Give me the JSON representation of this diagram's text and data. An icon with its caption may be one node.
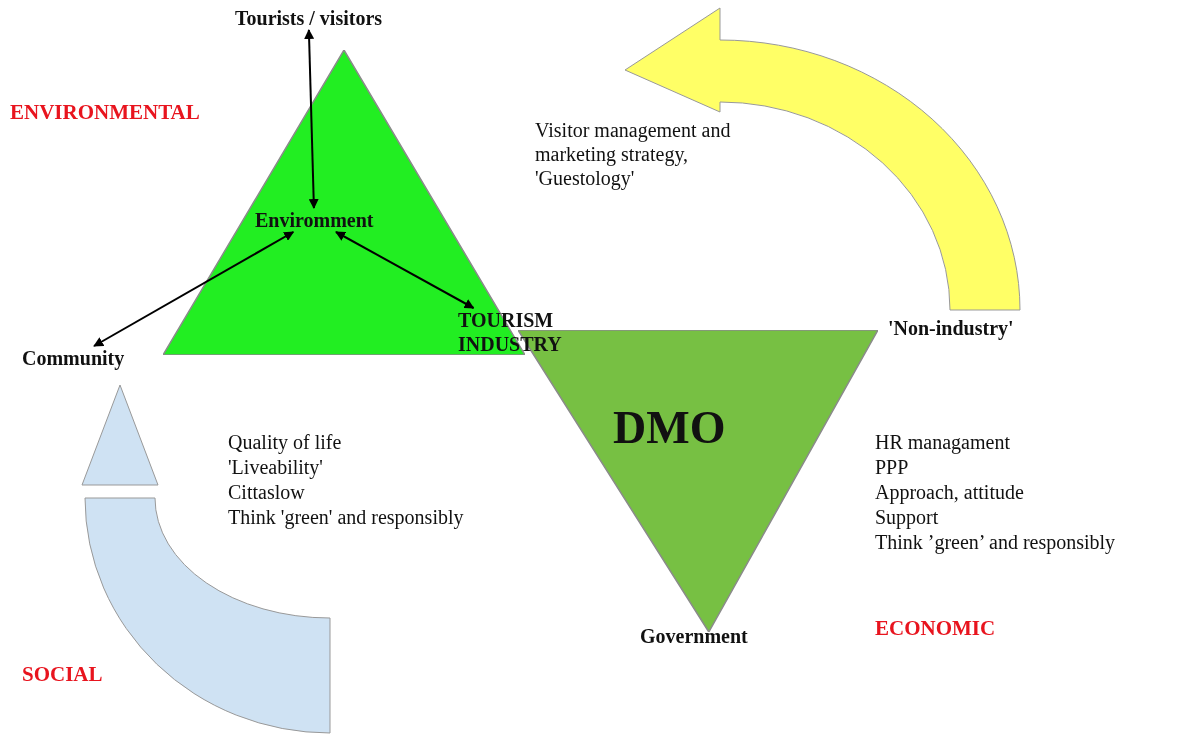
{
  "diagram": {
    "nodes": [
      {
        "text": [],
        "shape": "triangle"
      },
      {
        "text": [
          "Enviromment"
        ],
        "in": 0
      },
      {
        "text": [
          "Tourists / visitors"
        ]
      },
      {
        "text": [
          "Community"
        ]
      },
      {
        "text": [
          "TOURISM INDUSTRY"
        ]
      },
      {
        "text": [
          "DMO"
        ],
        "beside": [
          "'Non-industry'",
          "Government"
        ]
      }
    ],
    "edges": [
      {
        "from": 1,
        "to": 2,
        "arrow": "both"
      },
      {
        "from": 1,
        "to": 3,
        "arrow": "both"
      },
      {
        "from": 1,
        "to": 4,
        "arrow": "both"
      }
    ],
    "labels": [
      "ENVIRONMENTAL",
      "Visitor management and marketing strategy, 'Guestology'",
      "Quality of life",
      "'Liveability'",
      "Cittaslow",
      "Think 'green' and responsibly",
      "HR managament",
      "PPP",
      "Approach, attitude",
      "Support",
      "Think ’green’ and responsibly",
      "ECONOMIC",
      "SOCIAL"
    ]
  }
}
